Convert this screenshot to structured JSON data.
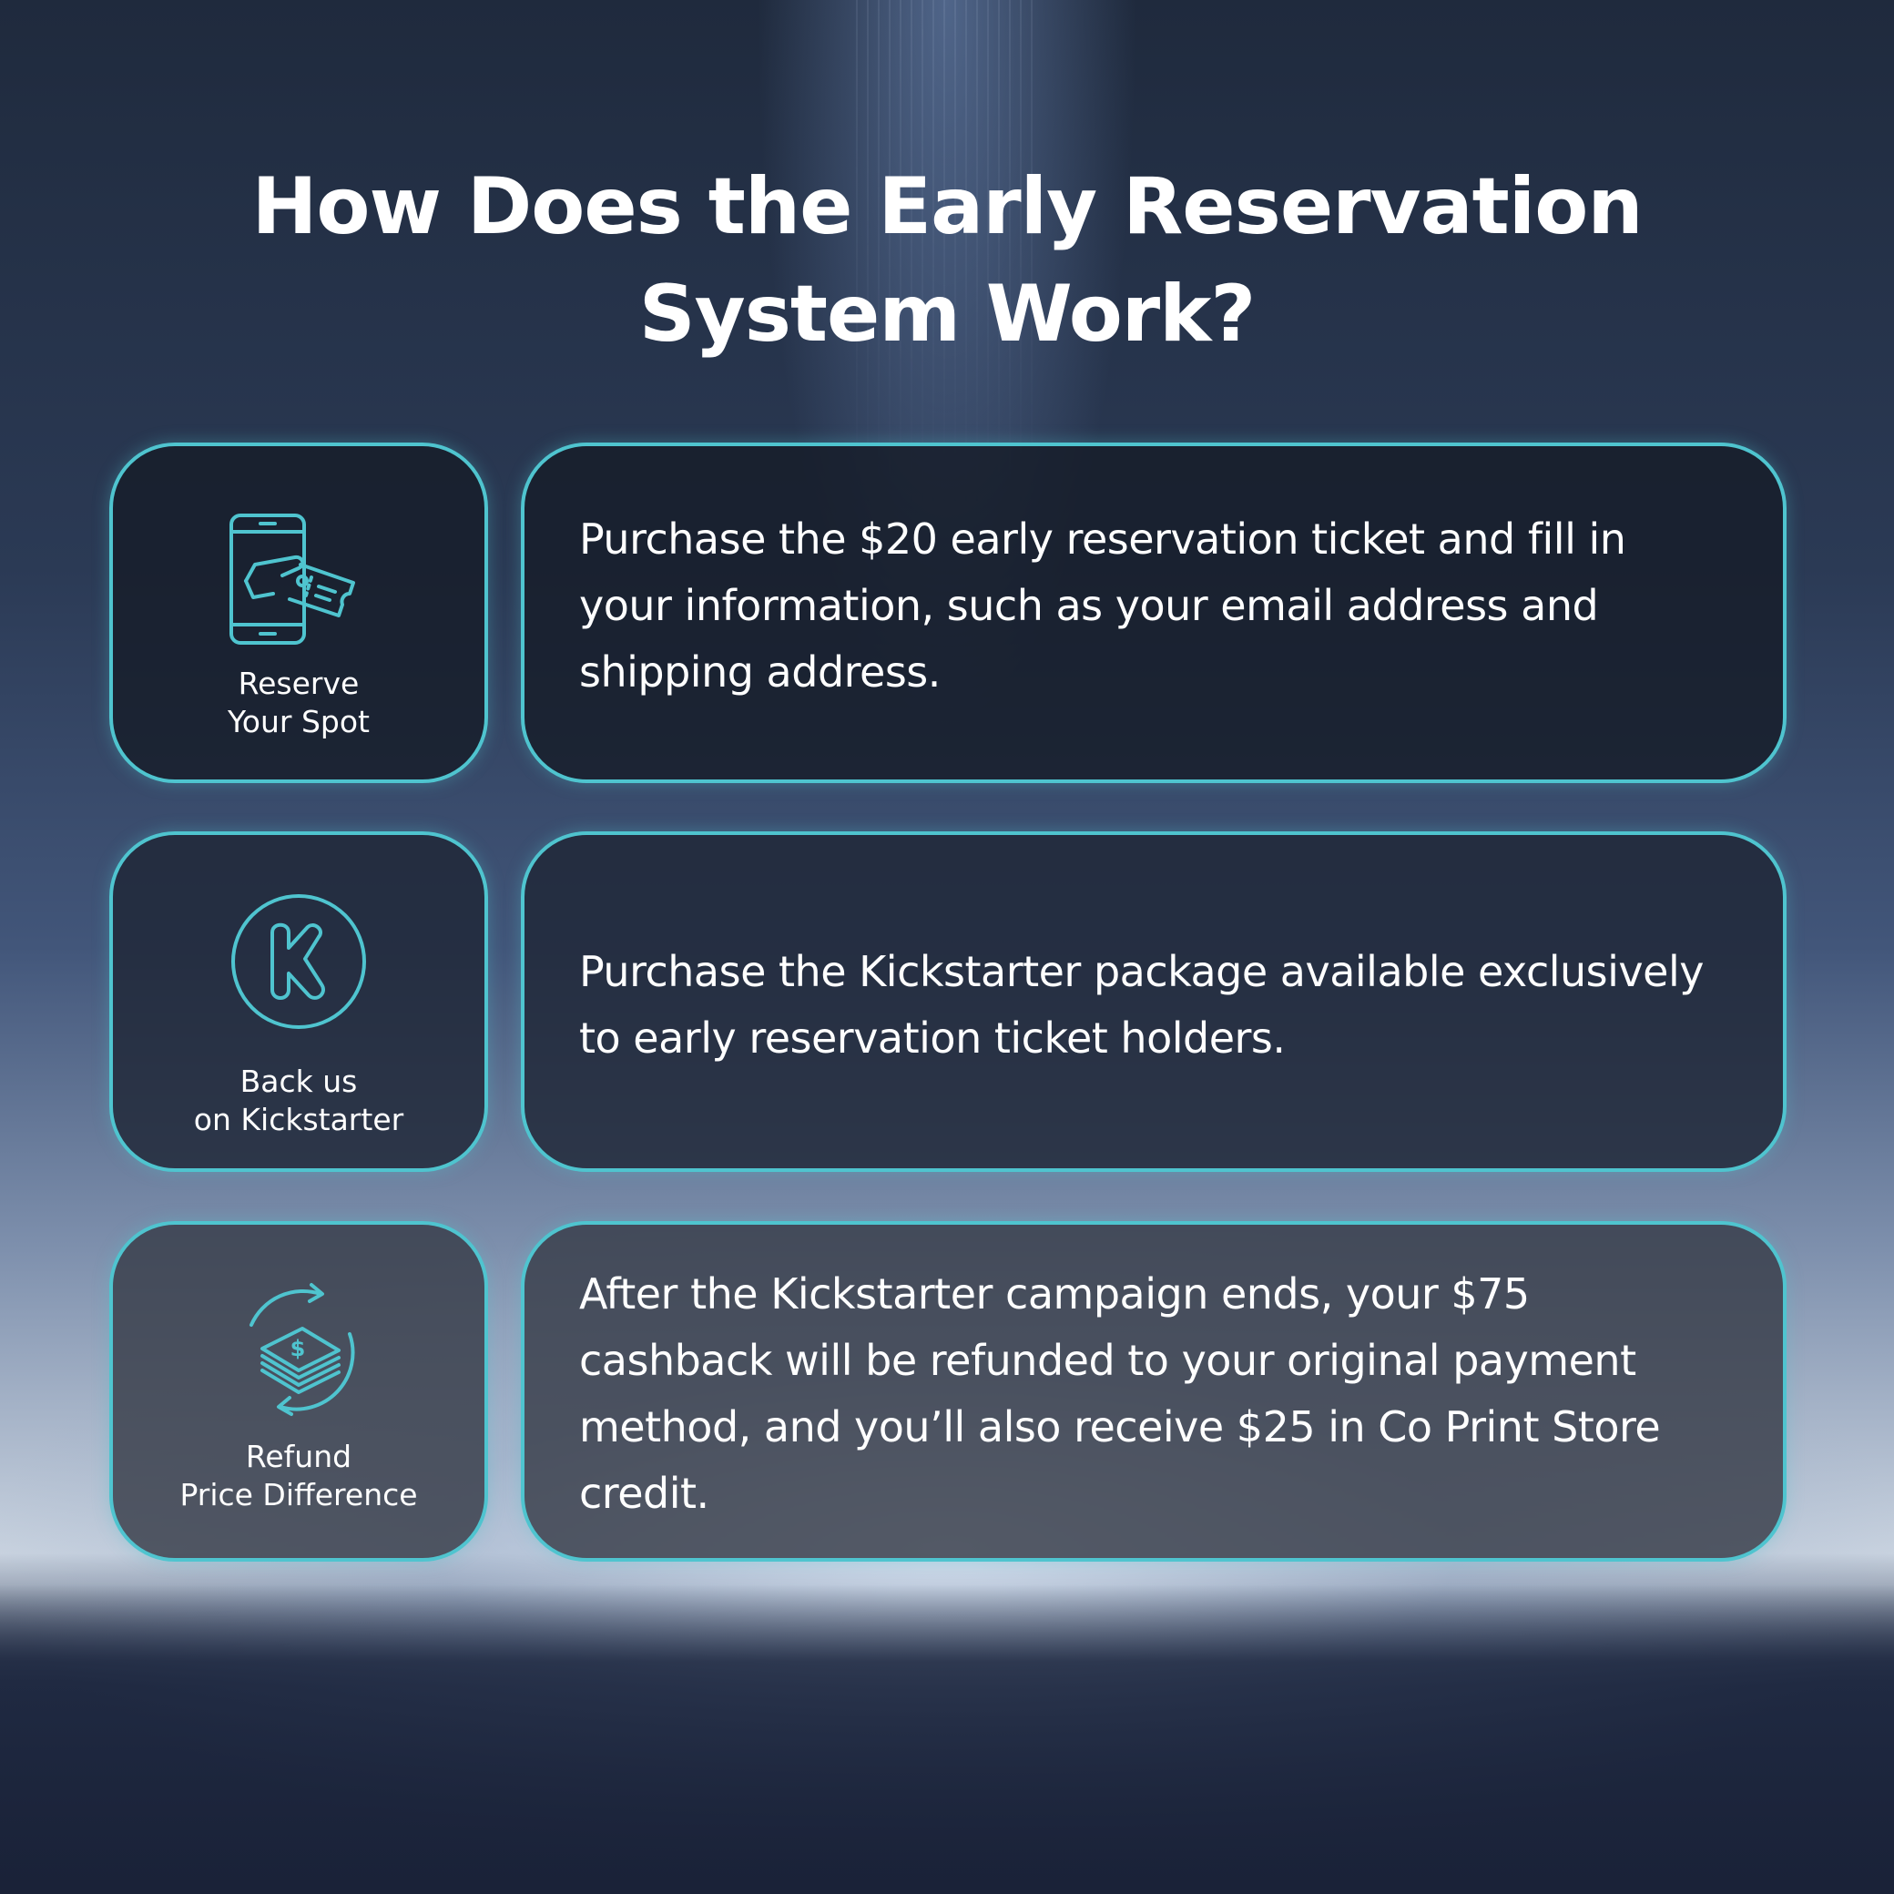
{
  "title": {
    "line1": "How Does the Early Reservation",
    "line2": "System Work?"
  },
  "accent_color": "#4fc4cf",
  "steps": [
    {
      "icon": "phone-ticket-icon",
      "label_line1": "Reserve",
      "label_line2": "Your Spot",
      "description": "Purchase the $20 early reservation ticket and fill in your information, such as your email address and shipping address."
    },
    {
      "icon": "kickstarter-icon",
      "label_line1": "Back us",
      "label_line2": "on Kickstarter",
      "description": "Purchase the Kickstarter package available exclusively to early reservation ticket holders."
    },
    {
      "icon": "money-refund-icon",
      "label_line1": "Refund",
      "label_line2": "Price Difference",
      "description": "After the Kickstarter campaign ends, your $75 cashback will be refunded to your original payment method, and you’ll also receive $25 in Co Print Store credit."
    }
  ]
}
